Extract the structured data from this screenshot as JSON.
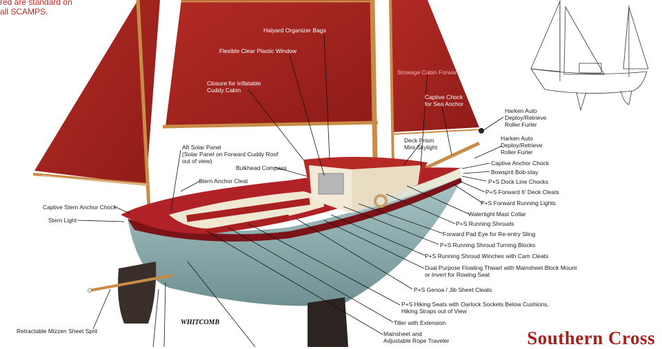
{
  "intro_note": "red are standard on\nall SCAMPS.",
  "signature": "WHITCOMB",
  "brand_title": "Southern Cross",
  "colors": {
    "sail": "#a8251f",
    "hull_bottom": "#8fb0b2",
    "boot_stripe": "#7a1418",
    "deck": "#b02226",
    "wood": "#c98c46",
    "keel": "#2b2421"
  },
  "labels": {
    "halyard_organizer_bags": "Halyard Organizer Bags",
    "flexible_clear_plastic_window": "Flexible Clear Plastic Window",
    "closure_inflatable_cuddy": "Closure for Inflatable\nCuddy Cabin",
    "stowage_cabin_forward": "Stowage Cabin Forward",
    "captive_chock_sea_anchor": "Captive Chock\nfor Sea Anchor",
    "harken_furler_1": "Harken Auto\nDeploy/Retrieve\nRoller Furler",
    "harken_furler_2": "Harken Auto\nDeploy/Retrieve\nRoller Furler",
    "deck_prism": "Deck Prism\nMini-Skylight",
    "aft_solar_panel": "Aft Solar Panel\n(Solar Panel on Forward Cuddy Roof\nout of view)",
    "bulkhead_compass": "Bulkhead Compass",
    "stern_anchor_cleat": "Stern Anchor Cleat",
    "captive_stern_anchor_chock": "Captive Stern Anchor Chock",
    "stern_light": "Stern Light",
    "captive_anchor_chock": "Captive Anchor Chock",
    "bowsprit_bob_stay": "Bowsprit Bob-stay",
    "ps_dock_line_chocks": "P+S Dock Line Chocks",
    "ps_forward_deck_cleats": "P+S Forward 6' Deck Cleats",
    "ps_forward_running_lights": "P+S Forward Running Lights",
    "watertight_mast_collar": "Watertight Mast Collar",
    "ps_running_shrouds": "P+S Running Shrouds",
    "forward_pad_eye": "Forward Pad Eye for Re-entry Sling",
    "ps_shroud_turning_blocks": "P+S Running Shroud Turning Blocks",
    "ps_shroud_winches": "P+S Running Shroud Winches with Cam Cleats",
    "dual_purpose_thwart": "Dual Purpose Floating Thwart with Mainsheet Block Mount\nor Invert for Rowing Seat",
    "ps_genoa_jib_cleats": "P+S Genoa / Jib Sheet Cleats",
    "ps_hiking_seats": "P+S Hiking Seats with Oarlock Sockets Below Cushions,\nHiking Straps out of View",
    "tiller_extension": "Tiller with Extension",
    "mainsheet_traveler": "Mainsheet and\nAdjustable Rope Traveler",
    "retractable_mizzen_sprit": "Retractable Mizzen Sheet Sprit"
  }
}
